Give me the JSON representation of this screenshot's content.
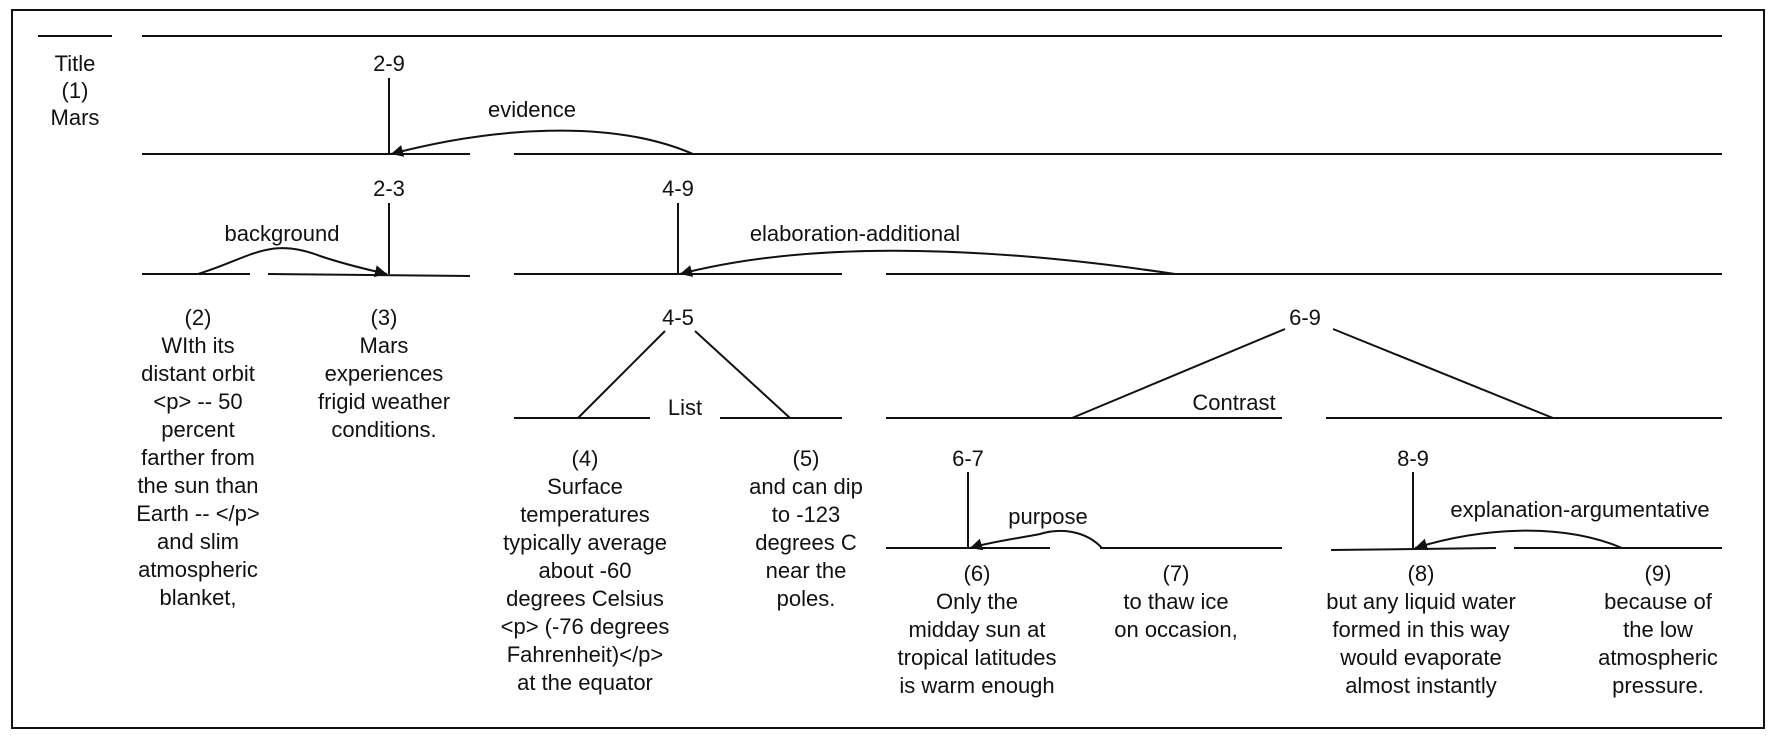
{
  "title_block": {
    "label": "Title",
    "number": "(1)",
    "text": "Mars"
  },
  "spans": {
    "s_2_9": "2-9",
    "s_2_3": "2-3",
    "s_4_9": "4-9",
    "s_4_5": "4-5",
    "s_6_9": "6-9",
    "s_6_7": "6-7",
    "s_8_9": "8-9"
  },
  "relations": {
    "evidence": "evidence",
    "background": "background",
    "elaboration": "elaboration-additional",
    "list": "List",
    "contrast": "Contrast",
    "purpose": "purpose",
    "explanation": "explanation-argumentative"
  },
  "segments": [
    {
      "id": "(2)",
      "lines": [
        "WIth its",
        "distant orbit",
        "<p> -- 50",
        "percent",
        "farther from",
        "the sun than",
        "Earth -- </p>",
        "and slim",
        "atmospheric",
        "blanket,"
      ]
    },
    {
      "id": "(3)",
      "lines": [
        "Mars",
        "experiences",
        "frigid weather",
        "conditions."
      ]
    },
    {
      "id": "(4)",
      "lines": [
        "Surface",
        "temperatures",
        "typically average",
        "about -60",
        "degrees Celsius",
        "<p> (-76 degrees",
        "Fahrenheit)</p>",
        "at the equator"
      ]
    },
    {
      "id": "(5)",
      "lines": [
        "and can dip",
        "to -123",
        "degrees C",
        "near the",
        "poles."
      ]
    },
    {
      "id": "(6)",
      "lines": [
        "Only the",
        "midday sun at",
        "tropical latitudes",
        "is warm enough"
      ]
    },
    {
      "id": "(7)",
      "lines": [
        "to thaw ice",
        "on occasion,"
      ]
    },
    {
      "id": "(8)",
      "lines": [
        "but any liquid water",
        "formed in this way",
        "would evaporate",
        "almost instantly"
      ]
    },
    {
      "id": "(9)",
      "lines": [
        "because of",
        "the low",
        "atmospheric",
        "pressure."
      ]
    }
  ]
}
